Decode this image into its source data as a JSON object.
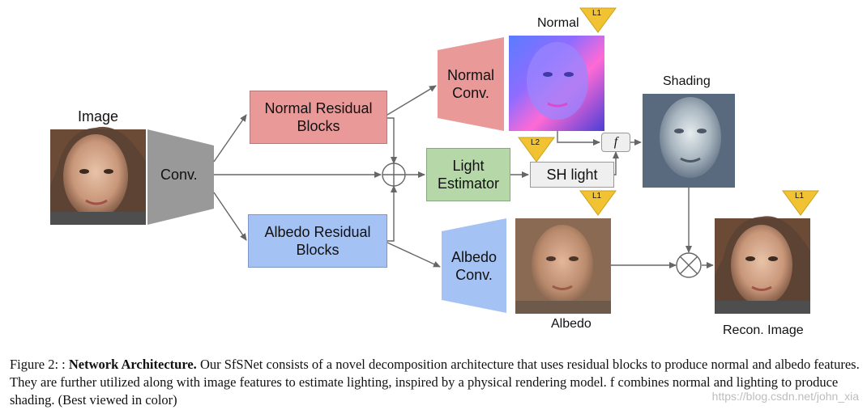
{
  "labels": {
    "image": "Image",
    "conv": "Conv.",
    "normal_residual": "Normal Residual\nBlocks",
    "albedo_residual": "Albedo Residual\nBlocks",
    "normal_conv": "Normal\nConv.",
    "albedo_conv": "Albedo\nConv.",
    "light_estimator": "Light\nEstimator",
    "sh_light": "SH light",
    "f_symbol": "f",
    "normal_title": "Normal",
    "shading_title": "Shading",
    "albedo_title": "Albedo",
    "recon_title": "Recon. Image",
    "loss_l1": "L1",
    "loss_l2": "L2"
  },
  "colors": {
    "normal_residual": "#ea9999",
    "albedo_residual": "#a4c2f4",
    "light_estimator": "#b6d7a8",
    "conv": "#999999",
    "sh_light": "#efefef",
    "loss_triangle": "#f1c232",
    "arrow": "#666666"
  },
  "caption": {
    "prefix": "Figure 2: : ",
    "bold": "Network Architecture.",
    "text": " Our SfSNet consists of a novel decomposition architecture that uses residual blocks to produce normal and albedo features. They are further utilized along with image features to estimate lighting, inspired by a physical rendering model. f combines normal and lighting to produce shading. (Best viewed in color)"
  },
  "watermark": "https://blog.csdn.net/john_xia"
}
